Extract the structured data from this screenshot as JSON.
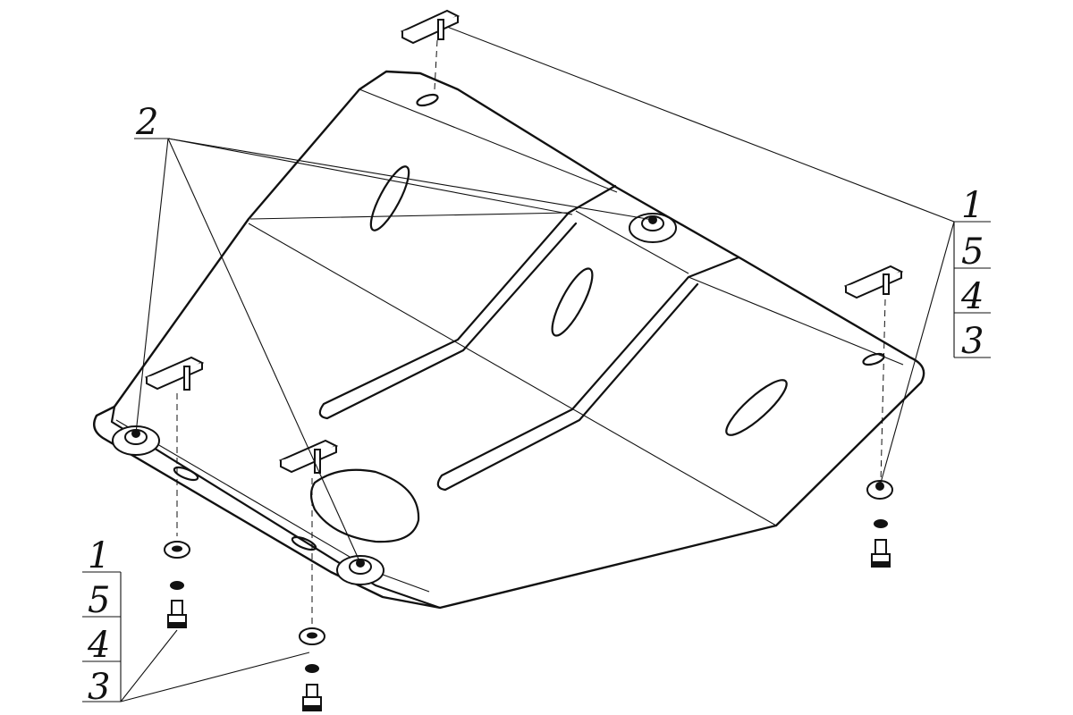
{
  "callouts": {
    "left_stack": [
      "1",
      "5",
      "4",
      "3"
    ],
    "right_stack": [
      "1",
      "5",
      "4",
      "3"
    ],
    "top_left": "2"
  },
  "colors": {
    "line": "#111111",
    "background": "#ffffff"
  }
}
